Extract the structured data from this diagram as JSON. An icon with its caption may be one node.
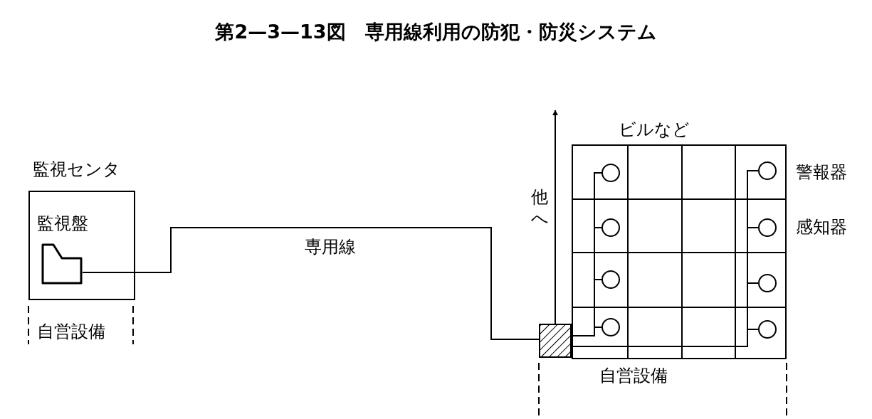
{
  "diagram": {
    "title": "第2—3—13図　専用線利用の防犯・防災システム",
    "nodes": [
      {
        "text": [
          "監視センタ"
        ]
      },
      {
        "text": [
          "監視盤"
        ],
        "in": 0
      },
      {
        "text": [],
        "shape": "box"
      },
      {
        "text": [
          "ビルなど"
        ]
      },
      {
        "text": [],
        "shape": "circle",
        "in": 3
      },
      {
        "text": [],
        "shape": "circle",
        "in": 3
      },
      {
        "text": [],
        "shape": "circle",
        "in": 3
      },
      {
        "text": [],
        "shape": "circle",
        "in": 3
      },
      {
        "text": [],
        "shape": "circle",
        "in": 3
      },
      {
        "text": [],
        "shape": "circle",
        "in": 3
      },
      {
        "text": [],
        "shape": "circle",
        "in": 3
      },
      {
        "text": [],
        "shape": "circle",
        "in": 3
      }
    ],
    "edges": [
      {
        "from": 1,
        "to": 2,
        "arrow": "none",
        "label": "専用線"
      },
      {
        "from": 2,
        "to": null,
        "arrow": "to",
        "label": "他へ"
      },
      {
        "from": 2,
        "to": 4,
        "arrow": "none"
      },
      {
        "from": 2,
        "to": 5,
        "arrow": "none"
      },
      {
        "from": 2,
        "to": 6,
        "arrow": "none"
      },
      {
        "from": 2,
        "to": 7,
        "arrow": "none"
      },
      {
        "from": 2,
        "to": 8,
        "arrow": "none"
      },
      {
        "from": 2,
        "to": 9,
        "arrow": "none"
      },
      {
        "from": 2,
        "to": 10,
        "arrow": "none"
      },
      {
        "from": 2,
        "to": 11,
        "arrow": "none"
      }
    ],
    "labels": [
      "警報器",
      "感知器",
      "自営設備",
      "自営設備"
    ]
  }
}
